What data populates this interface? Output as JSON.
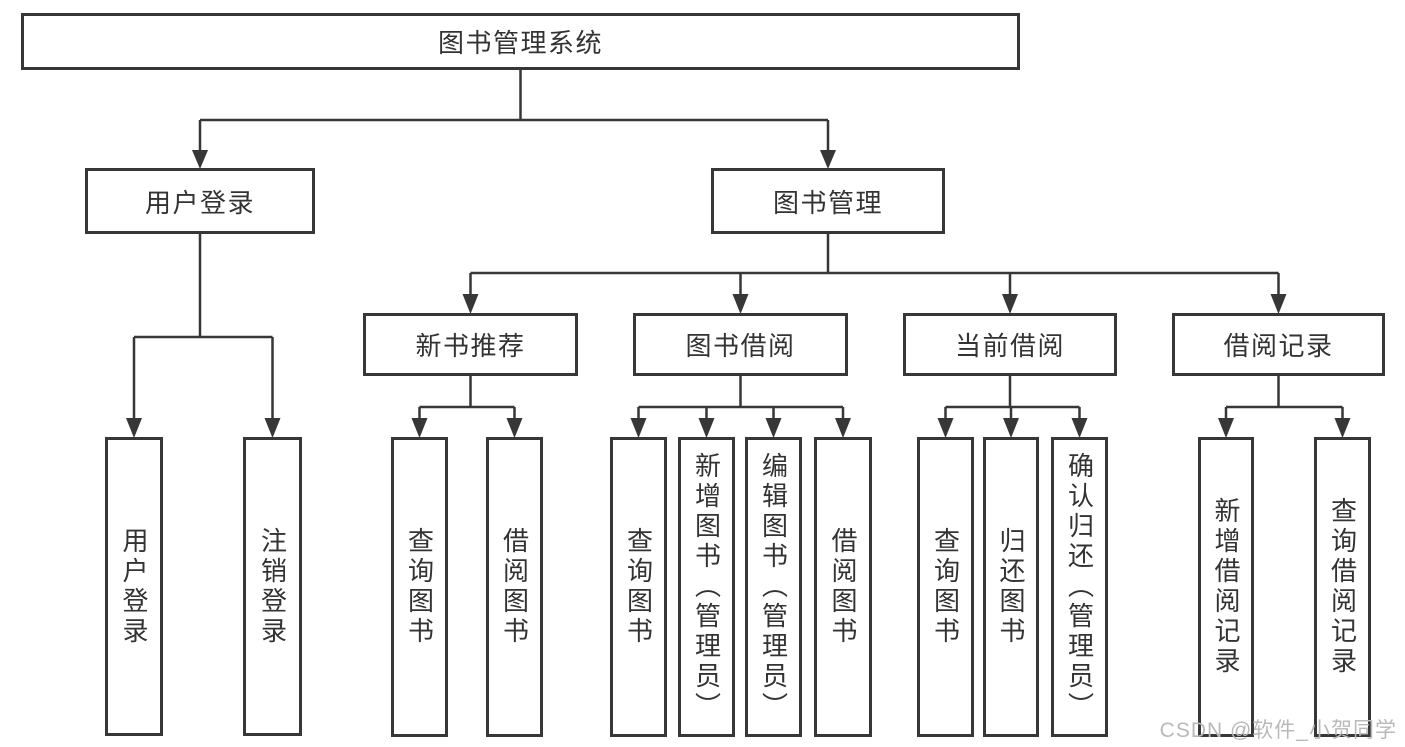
{
  "tree": {
    "label": "图书管理系统",
    "children": [
      {
        "label": "用户登录",
        "children": [
          {
            "label": "用户登录"
          },
          {
            "label": "注销登录"
          }
        ]
      },
      {
        "label": "图书管理",
        "children": [
          {
            "label": "新书推荐",
            "children": [
              {
                "label": "查询图书"
              },
              {
                "label": "借阅图书"
              }
            ]
          },
          {
            "label": "图书借阅",
            "children": [
              {
                "label": "查询图书"
              },
              {
                "label": "新增图书（管理员）"
              },
              {
                "label": "编辑图书（管理员）"
              },
              {
                "label": "借阅图书"
              }
            ]
          },
          {
            "label": "当前借阅",
            "children": [
              {
                "label": "查询图书"
              },
              {
                "label": "归还图书"
              },
              {
                "label": "确认归还（管理员）"
              }
            ]
          },
          {
            "label": "借阅记录",
            "children": [
              {
                "label": "新增借阅记录"
              },
              {
                "label": "查询借阅记录"
              }
            ]
          }
        ]
      }
    ]
  },
  "watermark": {
    "text": "CSDN @软件_小贺同学"
  },
  "colors": {
    "line": "#373737",
    "box_border": "#373737",
    "text": "#333333",
    "watermark": "#b9b9b9",
    "background": "#ffffff"
  }
}
